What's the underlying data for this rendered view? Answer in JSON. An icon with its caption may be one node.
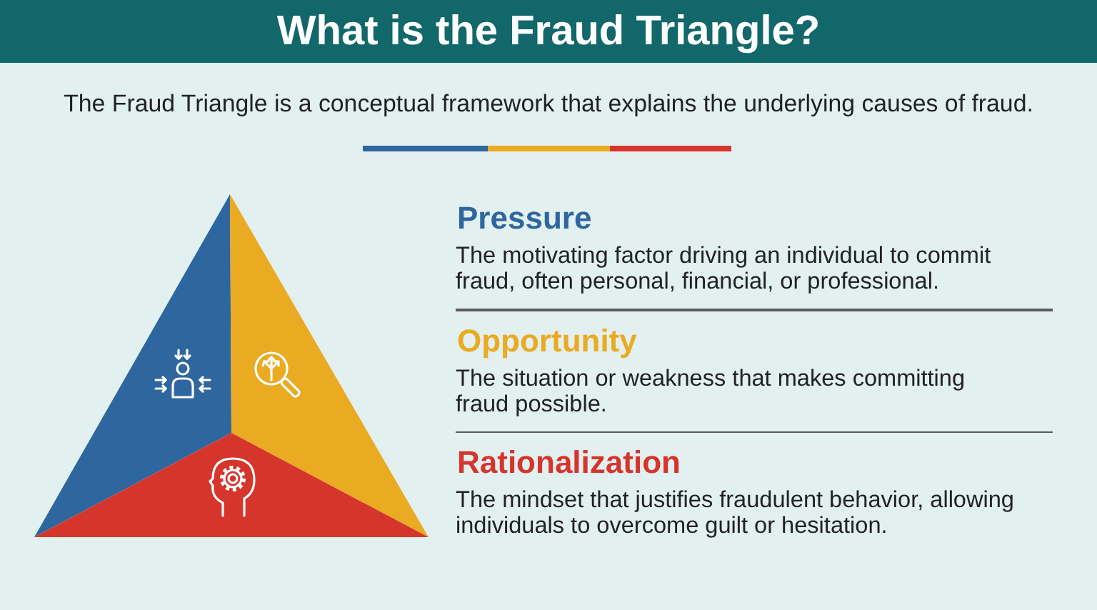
{
  "diagram": {
    "title": "What is the Fraud Triangle?",
    "labels": [
      "The Fraud Triangle is a conceptual framework that explains the underlying causes of fraud.",
      "Pressure",
      "The motivating factor driving an individual to commit fraud, often personal, financial, or professional.",
      "Opportunity",
      "The situation or weakness that makes committing fraud possible.",
      "Rationalization",
      "The mindset that justifies fraudulent behavior, allowing individuals to overcome guilt or hesitation."
    ]
  }
}
